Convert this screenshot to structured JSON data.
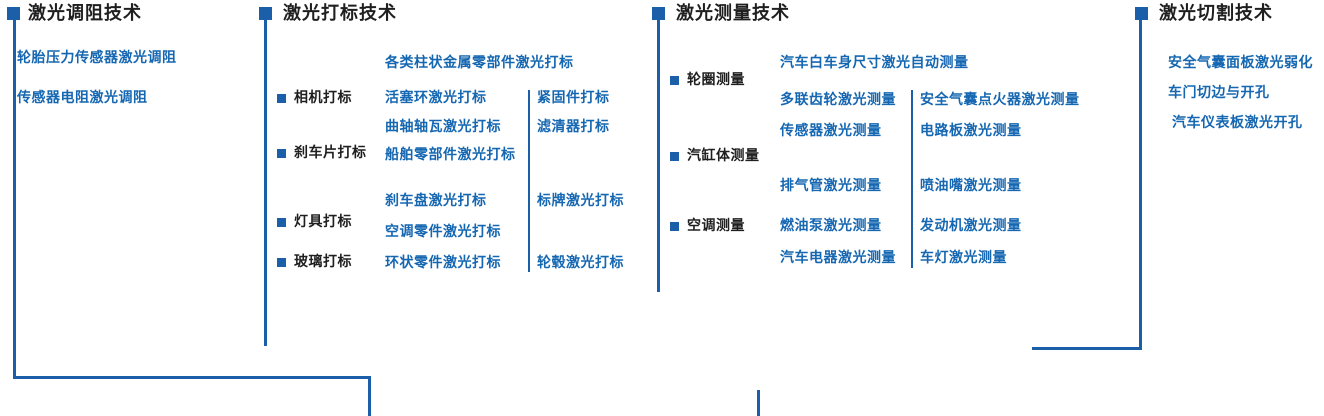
{
  "colors": {
    "accent": "#1b5fa8",
    "item_text": "#1667b2",
    "header_text": "#1f1f1f",
    "background": "#ffffff"
  },
  "columns": [
    {
      "title": "激光调阻技术",
      "items": [
        "轮胎压力传感器激光调阻",
        "传感器电阻激光调阻"
      ]
    },
    {
      "title": "激光打标技术",
      "subcategories": [
        "相机打标",
        "刹车片打标",
        "灯具打标",
        "玻璃打标"
      ],
      "wide_item": "各类柱状金属零部件激光打标",
      "list_a": [
        "活塞环激光打标",
        "曲轴轴瓦激光打标",
        "船舶零部件激光打标",
        "刹车盘激光打标",
        "空调零件激光打标",
        "环状零件激光打标"
      ],
      "list_b": [
        "紧固件打标",
        "滤清器打标",
        "标牌激光打标",
        "轮毂激光打标"
      ]
    },
    {
      "title": "激光测量技术",
      "subcategories": [
        "轮圈测量",
        "汽缸体测量",
        "空调测量"
      ],
      "wide_item": "汽车白车身尺寸激光自动测量",
      "list_a": [
        "多联齿轮激光测量",
        "传感器激光测量",
        "排气管激光测量",
        "燃油泵激光测量",
        "汽车电器激光测量"
      ],
      "list_b": [
        "安全气囊点火器激光测量",
        "电路板激光测量",
        "喷油嘴激光测量",
        "发动机激光测量",
        "车灯激光测量"
      ]
    },
    {
      "title": "激光切割技术",
      "items": [
        "安全气囊面板激光弱化",
        "车门切边与开孔",
        "汽车仪表板激光开孔"
      ]
    }
  ]
}
